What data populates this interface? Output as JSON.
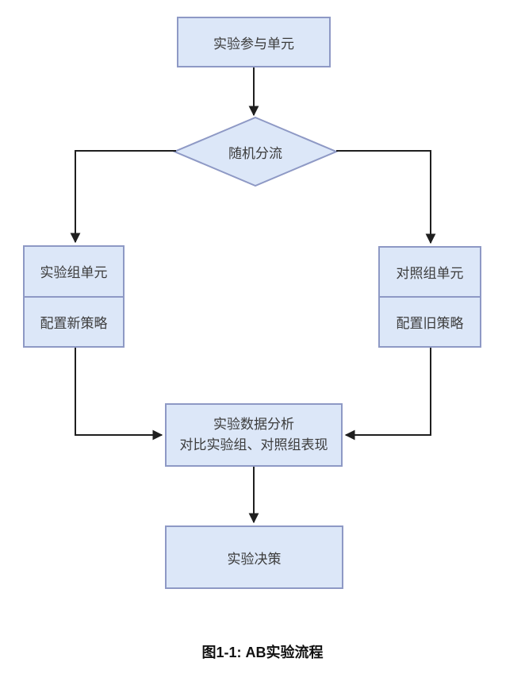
{
  "colors": {
    "background": "#ffffff",
    "node_fill": "#dce7f8",
    "node_border": "#8e99c5",
    "connector": "#1f1f1f",
    "text": "#3c3c3c",
    "caption_text": "#111111"
  },
  "nodes": {
    "start": {
      "label": "实验参与单元"
    },
    "decision": {
      "label": "随机分流"
    },
    "experiment_group": {
      "label": "实验组单元"
    },
    "experiment_config": {
      "label": "配置新策略"
    },
    "control_group": {
      "label": "对照组单元"
    },
    "control_config": {
      "label": "配置旧策略"
    },
    "analysis": {
      "line1": "实验数据分析",
      "line2": "对比实验组、对照组表现"
    },
    "final_decision": {
      "label": "实验决策"
    }
  },
  "caption": "图1-1: AB实验流程"
}
